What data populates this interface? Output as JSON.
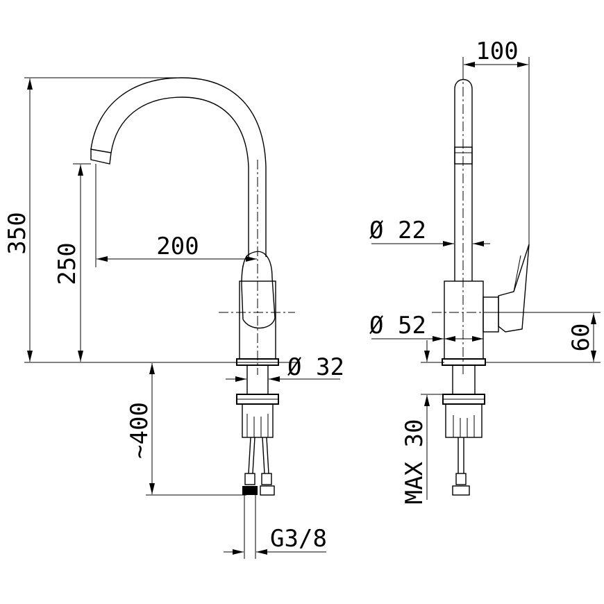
{
  "labels": {
    "total_height": "350",
    "outlet_height": "250",
    "spout_reach": "200",
    "hose_length": "~400",
    "shank_diameter": "Ø 32",
    "thread_size": "G3/8",
    "depth": "100",
    "spout_diameter": "Ø 22",
    "body_diameter": "Ø 52",
    "handle_height": "60",
    "deck_thickness": "MAX 30"
  }
}
